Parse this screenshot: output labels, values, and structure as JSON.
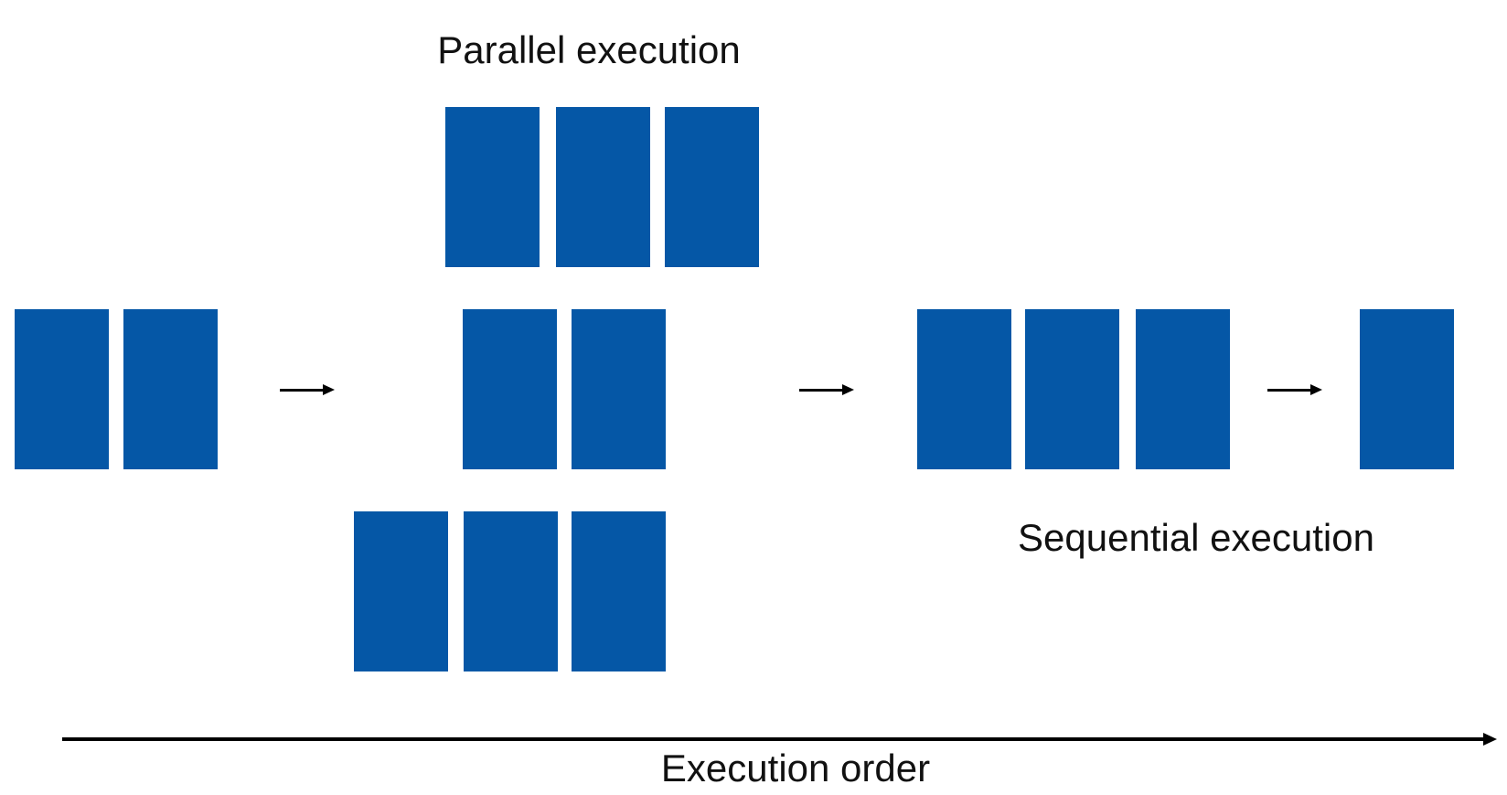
{
  "labels": {
    "parallel": "Parallel execution",
    "sequential": "Sequential execution",
    "execution_order": "Execution order"
  },
  "colors": {
    "background": "#ffffff",
    "block": "#0557A6",
    "arrow": "#000000",
    "text": "#111111"
  },
  "diagram": {
    "stages": [
      {
        "id": "stage-1-blocks",
        "blocks": 2
      },
      {
        "id": "stage-2-parallel-top-row",
        "blocks": 3
      },
      {
        "id": "stage-2-parallel-middle-row",
        "blocks": 2
      },
      {
        "id": "stage-2-parallel-bottom-row",
        "blocks": 3
      },
      {
        "id": "stage-3-blocks",
        "blocks": 3
      },
      {
        "id": "stage-4-block",
        "blocks": 1
      }
    ],
    "flow_arrow_count": 3
  }
}
